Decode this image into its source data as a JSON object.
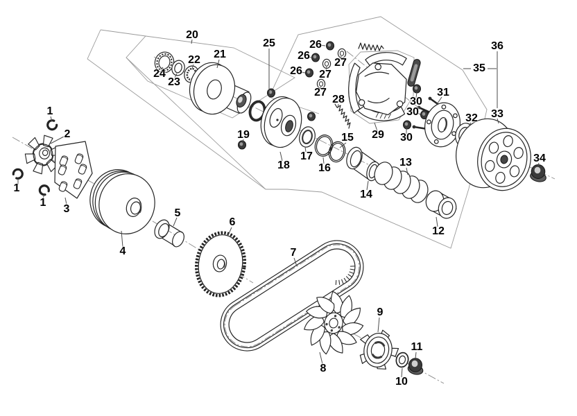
{
  "diagram": {
    "kind": "exploded-parts-diagram",
    "palette": {
      "background": "#ffffff",
      "line": "#232323",
      "boundary": "#9a9a9a"
    }
  },
  "callouts": {
    "c1a": "1",
    "c1b": "1",
    "c1c": "1",
    "c2": "2",
    "c3": "3",
    "c4": "4",
    "c5": "5",
    "c6": "6",
    "c7": "7",
    "c8": "8",
    "c9": "9",
    "c10": "10",
    "c11": "11",
    "c12": "12",
    "c13": "13",
    "c14": "14",
    "c15": "15",
    "c16": "16",
    "c17": "17",
    "c18": "18",
    "c19": "19",
    "c20": "20",
    "c21": "21",
    "c22": "22",
    "c23": "23",
    "c24": "24",
    "c25": "25",
    "c26a": "26",
    "c26b": "26",
    "c26c": "26",
    "c27a": "27",
    "c27b": "27",
    "c27c": "27",
    "c28": "28",
    "c29": "29",
    "c30a": "30",
    "c30b": "30",
    "c30c": "30",
    "c31": "31",
    "c32": "32",
    "c33": "33",
    "c34": "34",
    "c35": "35",
    "c36": "36"
  }
}
